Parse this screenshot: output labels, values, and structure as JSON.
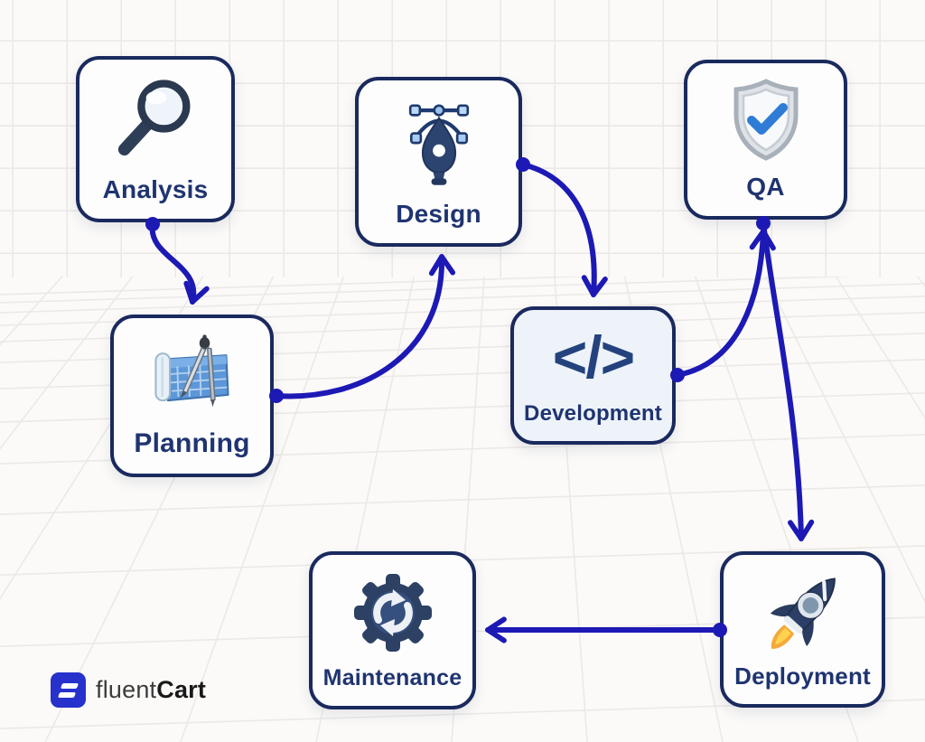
{
  "diagram": {
    "nodes": {
      "analysis": {
        "label": "Analysis",
        "icon": "magnifying-glass-icon"
      },
      "design": {
        "label": "Design",
        "icon": "pen-tool-icon"
      },
      "qa": {
        "label": "QA",
        "icon": "shield-check-icon"
      },
      "planning": {
        "label": "Planning",
        "icon": "blueprint-compass-icon"
      },
      "development": {
        "label": "Development",
        "icon": "code-icon",
        "glyph": "</>"
      },
      "maintenance": {
        "label": "Maintenance",
        "icon": "gear-refresh-icon"
      },
      "deployment": {
        "label": "Deployment",
        "icon": "rocket-icon"
      }
    },
    "edges": [
      {
        "from": "analysis",
        "to": "planning"
      },
      {
        "from": "planning",
        "to": "design"
      },
      {
        "from": "design",
        "to": "development"
      },
      {
        "from": "development",
        "to": "qa"
      },
      {
        "from": "qa",
        "to": "deployment"
      },
      {
        "from": "deployment",
        "to": "maintenance"
      }
    ]
  },
  "branding": {
    "logo_text_regular": "fluent",
    "logo_text_bold": "Cart"
  },
  "colors": {
    "arrow": "#1d19b5",
    "node-border": "#1a2a5e",
    "node-label": "#1f3470",
    "node-bg": "#fdfdfe",
    "dev-bg": "#eef3fa",
    "logo-blue": "#2731cb",
    "grid-line": "#ebe9e6",
    "background": "#fbfaf8"
  }
}
